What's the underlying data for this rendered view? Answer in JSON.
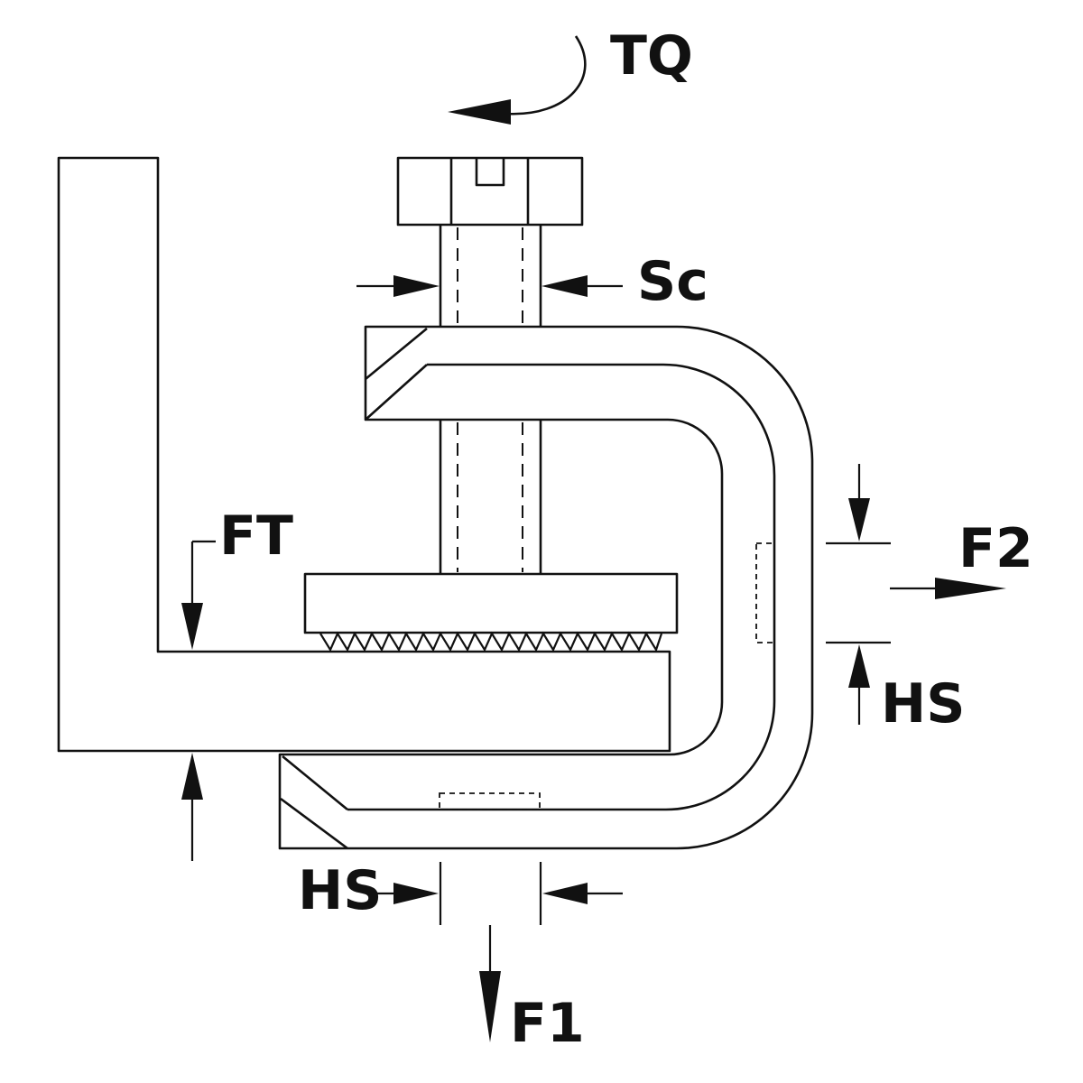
{
  "labels": {
    "torque": "TQ",
    "screw": "Sc",
    "flange_thickness": "FT",
    "force_2": "F2",
    "hole_size_right": "HS",
    "hole_size_bottom": "HS",
    "force_1": "F1"
  },
  "colors": {
    "line": "#111111",
    "background": "#ffffff"
  }
}
